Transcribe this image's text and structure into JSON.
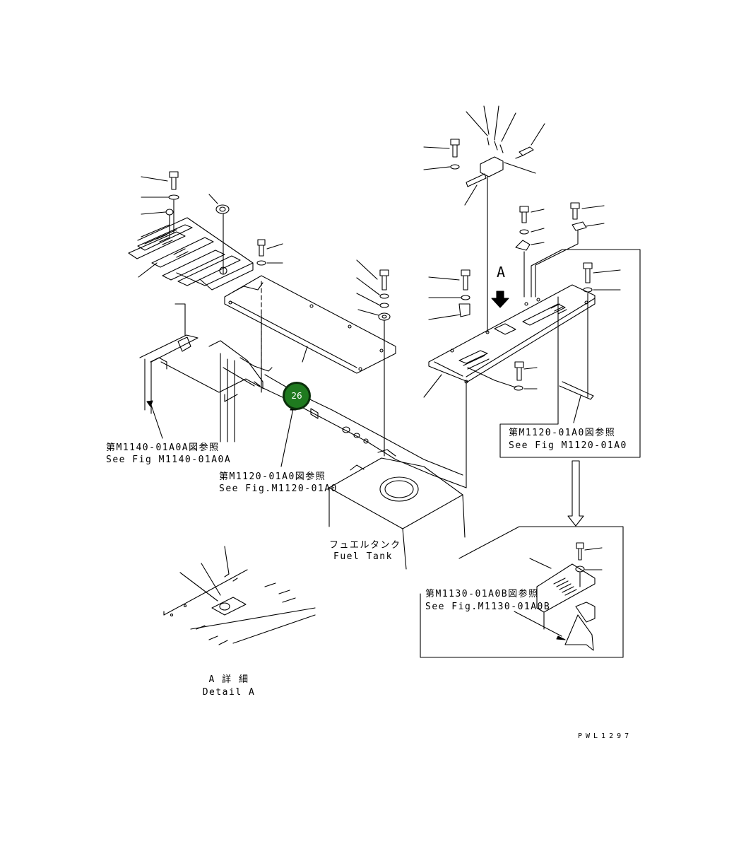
{
  "labels": {
    "ref_m1140_jp": "第M1140-01A0A図参照",
    "ref_m1140_en": "See Fig M1140-01A0A",
    "ref_m1120_center_jp": "第M1120-01A0図参照",
    "ref_m1120_center_en": "See Fig.M1120-01A0",
    "ref_m1120_right_jp": "第M1120-01A0図参照",
    "ref_m1120_right_en": "See Fig M1120-01A0",
    "ref_m1130_jp": "第M1130-01A0B図参照",
    "ref_m1130_en": "See Fig.M1130-01A0B",
    "fuel_tank_jp": "フュエルタンク",
    "fuel_tank_en": "Fuel Tank",
    "view_marker": "A",
    "detail_jp": "A 詳 細",
    "detail_en": "Detail A",
    "drawing_code": "PWL1297"
  },
  "callouts": [
    {
      "number": "26",
      "color": "#1f7a1f"
    }
  ],
  "colors": {
    "line": "#000000",
    "callout_fill": "#1f7a1f",
    "background": "#ffffff"
  }
}
